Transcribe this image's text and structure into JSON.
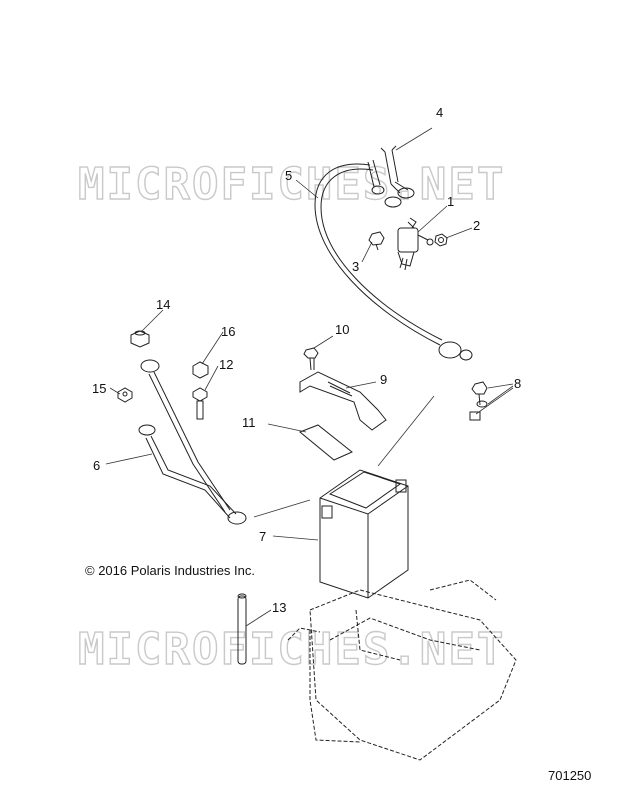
{
  "watermarks": [
    "MICROFICHES.NET",
    "MICROFICHES.NET"
  ],
  "copyright": "© 2016 Polaris Industries Inc.",
  "drawing_number": "701250",
  "callouts": [
    "1",
    "2",
    "3",
    "4",
    "5",
    "6",
    "7",
    "8",
    "9",
    "10",
    "11",
    "12",
    "13",
    "14",
    "15",
    "16"
  ],
  "colors": {
    "line": "#222222",
    "watermark": "#c9c9c9",
    "background": "#ffffff"
  }
}
